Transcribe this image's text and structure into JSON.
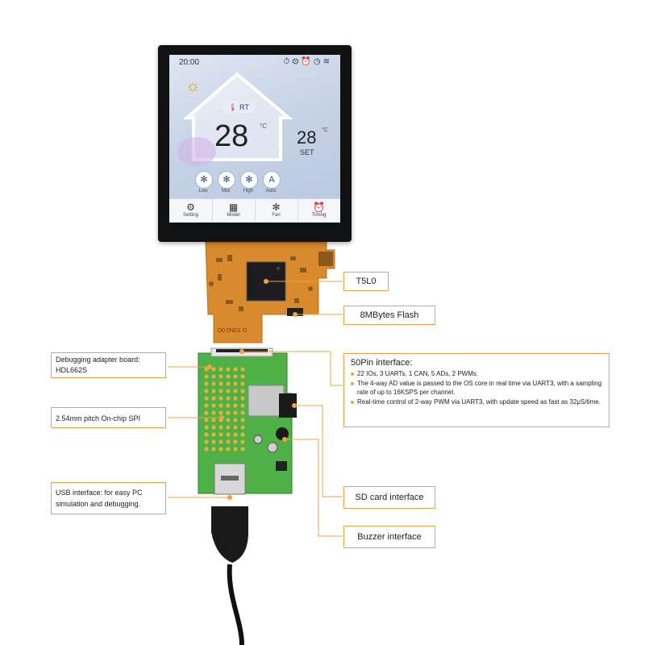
{
  "lcd": {
    "status_time": "20:00",
    "status_icons": "⏱⚙⏰◷≋",
    "rt_label": "RT",
    "room_temp": "28",
    "room_unit": "°C",
    "set_temp": "28",
    "set_unit": "°C",
    "set_label": "SET",
    "fan_speeds": [
      {
        "label": "Low",
        "glyph": "✻"
      },
      {
        "label": "Mid",
        "glyph": "✻"
      },
      {
        "label": "High",
        "glyph": "✻"
      },
      {
        "label": "Auto",
        "glyph": "A"
      }
    ],
    "nav": [
      {
        "label": "Setting",
        "glyph": "⚙"
      },
      {
        "label": "Model",
        "glyph": "▦"
      },
      {
        "label": "Fan",
        "glyph": "✻"
      },
      {
        "label": "Timing",
        "glyph": "⏰"
      }
    ]
  },
  "callouts": {
    "chip": "T5L0",
    "flash": "8MBytes Flash",
    "debug_board": "Debugging adapter board: HDL662S",
    "spi": "2.54mm pitch On-chip SPI",
    "usb": "USB interface:  for easy PC simulation and debugging.",
    "pin50_title": "50Pin interface:",
    "pin50_items": [
      "22 IOs, 3 UARTs, 1 CAN, 5 ADs, 2 PWMs.",
      "The 4-way AD value is passed to the OS core in real time via UART3, with a sampling rate of up to 16KSPS per channel.",
      "Real-time control of 2-way PWM via UART3, with update speed as fast as 32μS/time."
    ],
    "sd": "SD card interface",
    "buzzer": "Buzzer interface"
  },
  "pcb": {
    "fpc_silkscreen": "D0 0ND1 O"
  },
  "colors": {
    "accent": "#f0a045",
    "fpc": "#d98a2c",
    "pcb": "#4fb048",
    "bezel": "#101113"
  }
}
